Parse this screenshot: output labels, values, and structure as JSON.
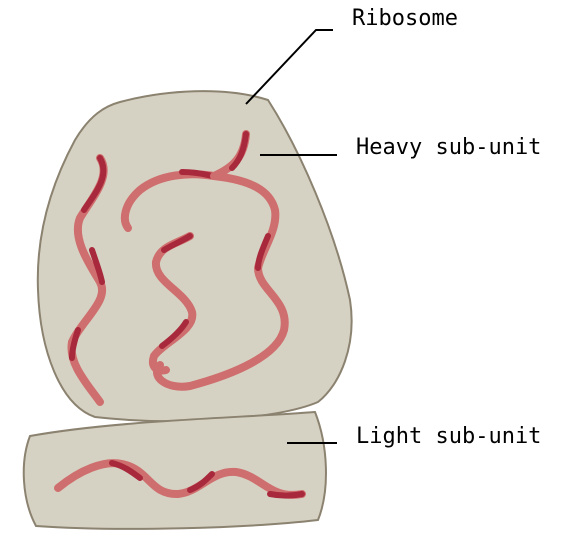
{
  "labels": {
    "ribosome": "Ribosome",
    "heavy_subunit": "Heavy sub-unit",
    "light_subunit": "Light sub-unit"
  },
  "colors": {
    "subunit_fill": "#d6d2c3",
    "subunit_outline": "#8b8270",
    "rna_light": "#cf6e6e",
    "rna_dark": "#a8283c",
    "leader_line": "#000000",
    "background": "#ffffff"
  }
}
